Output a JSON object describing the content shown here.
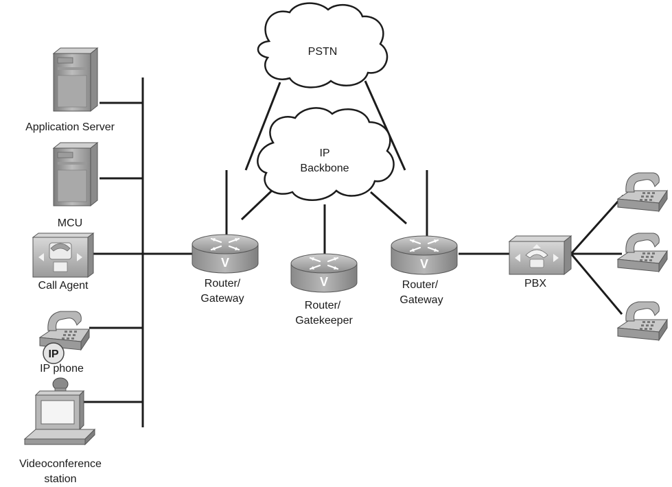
{
  "labels": {
    "pstn": "PSTN",
    "ip_backbone_line1": "IP",
    "ip_backbone_line2": "Backbone",
    "application_server": "Application Server",
    "mcu": "MCU",
    "call_agent": "Call Agent",
    "ip_phone": "IP phone",
    "ip_badge": "IP",
    "videoconference_line1": "Videoconference",
    "videoconference_line2": "station",
    "router_gateway_left_line1": "Router/",
    "router_gateway_left_line2": "Gateway",
    "router_gatekeeper_line1": "Router/",
    "router_gatekeeper_line2": "Gatekeeper",
    "router_gateway_right_line1": "Router/",
    "router_gateway_right_line2": "Gateway",
    "pbx": "PBX",
    "router_glyph": "V"
  },
  "icons": {
    "server": "server-tower-icon",
    "router": "voice-router-icon",
    "call_agent": "call-agent-icon",
    "ip_phone": "ip-phone-icon",
    "video_station": "videoconference-station-icon",
    "pbx": "pbx-icon",
    "phone": "telephone-icon"
  },
  "colors": {
    "line": "#1c1c1c",
    "device_dark": "#8a8a8a",
    "device_mid": "#b5b5b5",
    "device_light": "#d9d9d9"
  }
}
